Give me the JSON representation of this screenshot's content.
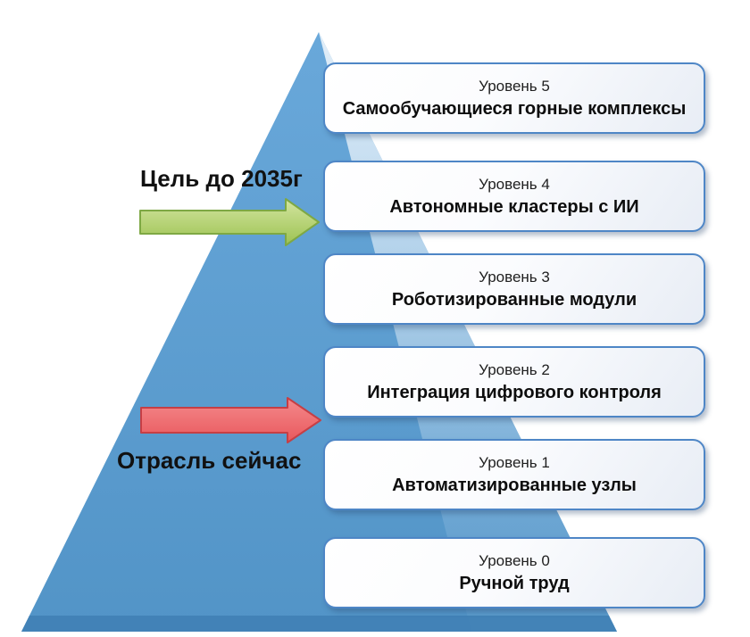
{
  "diagram": {
    "type": "pyramid",
    "levels": [
      {
        "label": "Уровень 5",
        "title": "Самообучающиеся горные комплексы"
      },
      {
        "label": "Уровень 4",
        "title": "Автономные кластеры с ИИ"
      },
      {
        "label": "Уровень 3",
        "title": "Роботизированные модули"
      },
      {
        "label": "Уровень 2",
        "title": "Интеграция цифрового контроля"
      },
      {
        "label": "Уровень 1",
        "title": "Автоматизированные узлы"
      },
      {
        "label": "Уровень 0",
        "title": "Ручной труд"
      }
    ],
    "annotations": {
      "goal": {
        "label": "Цель до 2035г",
        "icon": "arrow-right-icon"
      },
      "current": {
        "label": "Отрасль сейчас",
        "icon": "arrow-right-icon"
      }
    }
  },
  "colors": {
    "pyramid_top": "#69a8da",
    "pyramid_bottom": "#5294c7",
    "pyramid_base_shadow": "#3f7fb4",
    "highlight_top": "#e8f2fa",
    "highlight_bottom": "#74add9",
    "box_border": "#4e86c6",
    "green_light": "#d3e5a0",
    "green_dark": "#9cc251",
    "green_border": "#7ea844",
    "red_light": "#f4898c",
    "red_dark": "#e9585c",
    "red_border": "#c63f45"
  }
}
